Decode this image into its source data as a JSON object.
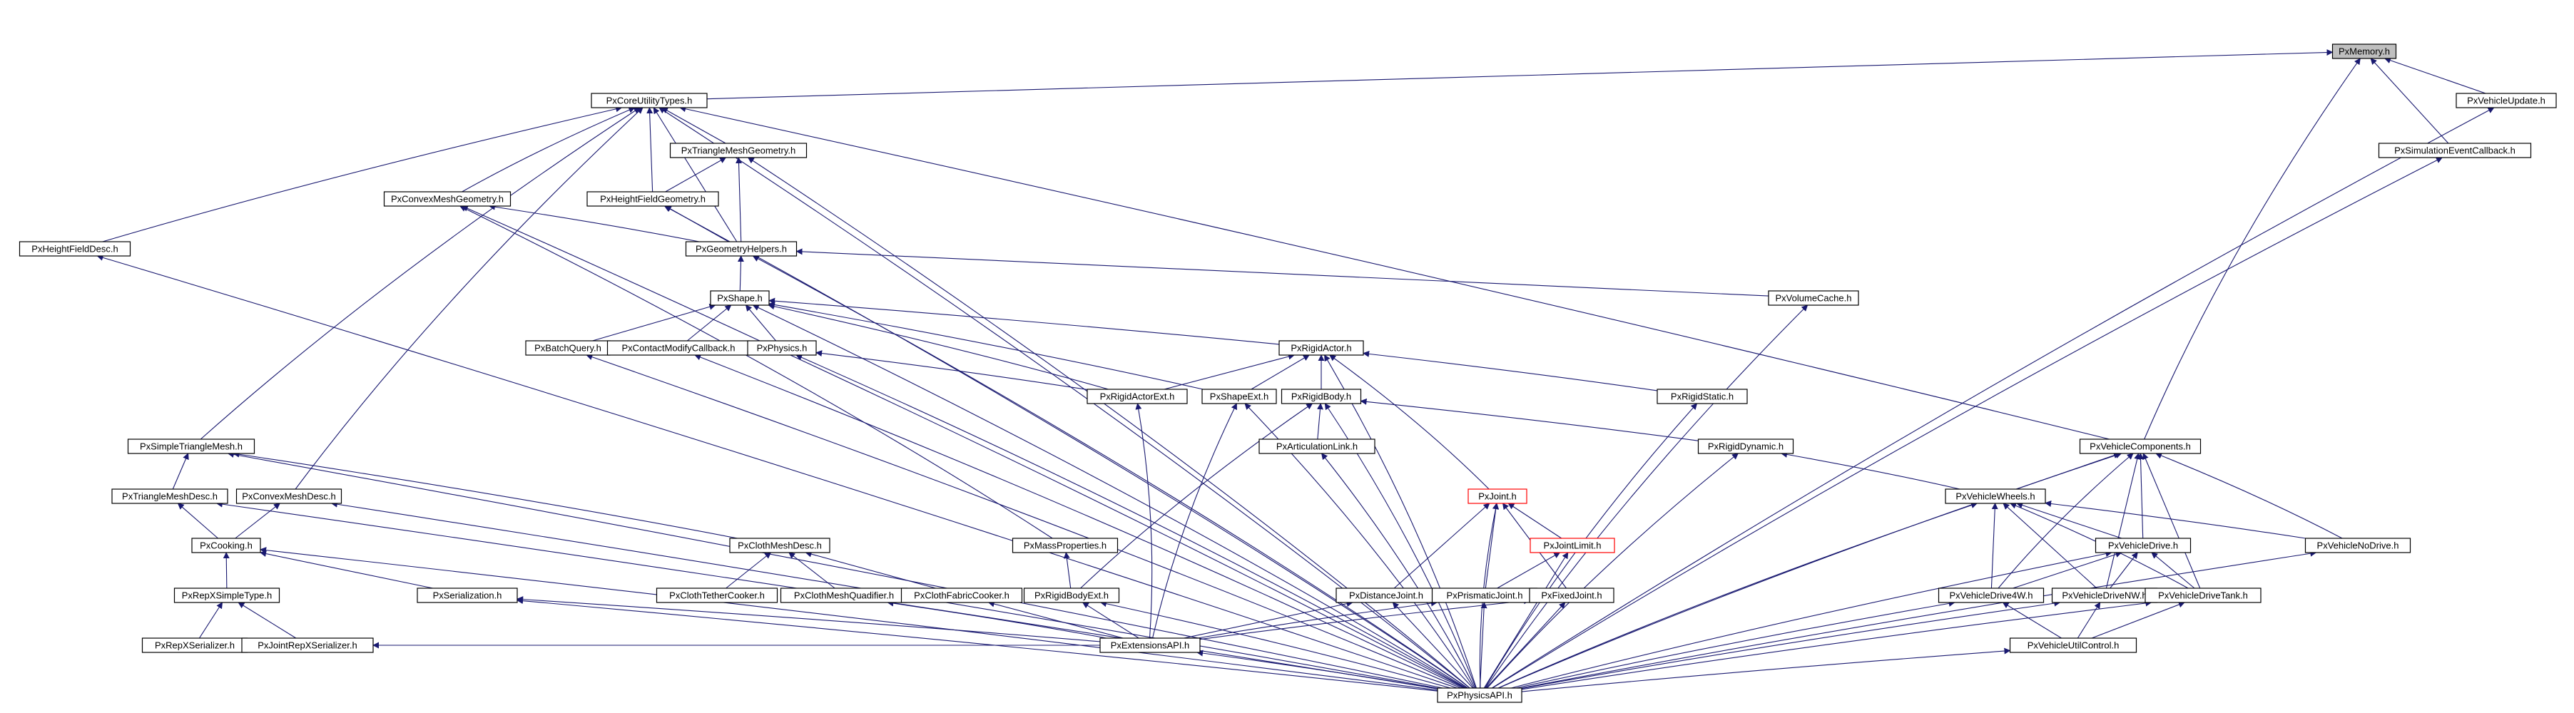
{
  "colors": {
    "edge": "#191970",
    "node_border": "#000000",
    "node_fill": "#ffffff",
    "highlight_fill": "#bfbfbf",
    "red_border": "#ff0000"
  },
  "nodes": [
    {
      "id": "pxmemory",
      "label": "PxMemory.h",
      "style": "highlight"
    },
    {
      "id": "pxcoreutility",
      "label": "PxCoreUtilityTypes.h"
    },
    {
      "id": "pxvehicleupdate",
      "label": "PxVehicleUpdate.h"
    },
    {
      "id": "pxtrianglemeshgeom",
      "label": "PxTriangleMeshGeometry.h"
    },
    {
      "id": "pxsimeventcb",
      "label": "PxSimulationEventCallback.h"
    },
    {
      "id": "pxconvexmeshgeom",
      "label": "PxConvexMeshGeometry.h"
    },
    {
      "id": "pxheightfieldgeom",
      "label": "PxHeightFieldGeometry.h"
    },
    {
      "id": "pxheightfielddesc",
      "label": "PxHeightFieldDesc.h"
    },
    {
      "id": "pxgeomhelpers",
      "label": "PxGeometryHelpers.h"
    },
    {
      "id": "pxshape",
      "label": "PxShape.h"
    },
    {
      "id": "pxvolumecache",
      "label": "PxVolumeCache.h"
    },
    {
      "id": "pxbatchquery",
      "label": "PxBatchQuery.h"
    },
    {
      "id": "pxcontactmodcb",
      "label": "PxContactModifyCallback.h"
    },
    {
      "id": "pxphysics",
      "label": "PxPhysics.h"
    },
    {
      "id": "pxrigidactor",
      "label": "PxRigidActor.h"
    },
    {
      "id": "pxrigidactorext",
      "label": "PxRigidActorExt.h"
    },
    {
      "id": "pxshapeext",
      "label": "PxShapeExt.h"
    },
    {
      "id": "pxrigidbody",
      "label": "PxRigidBody.h"
    },
    {
      "id": "pxrigidstatic",
      "label": "PxRigidStatic.h"
    },
    {
      "id": "pxsimpletrimesh",
      "label": "PxSimpleTriangleMesh.h"
    },
    {
      "id": "pxvehiclecomponents",
      "label": "PxVehicleComponents.h"
    },
    {
      "id": "pxarticulationlink",
      "label": "PxArticulationLink.h"
    },
    {
      "id": "pxrigiddynamic",
      "label": "PxRigidDynamic.h"
    },
    {
      "id": "pxtrimeshdesc",
      "label": "PxTriangleMeshDesc.h"
    },
    {
      "id": "pxconvexmeshdesc",
      "label": "PxConvexMeshDesc.h"
    },
    {
      "id": "pxjoint",
      "label": "PxJoint.h",
      "style": "red"
    },
    {
      "id": "pxvehiclewheels",
      "label": "PxVehicleWheels.h"
    },
    {
      "id": "pxcooking",
      "label": "PxCooking.h"
    },
    {
      "id": "pxclothmeshdesc",
      "label": "PxClothMeshDesc.h"
    },
    {
      "id": "pxmassprops",
      "label": "PxMassProperties.h"
    },
    {
      "id": "pxjointlimit",
      "label": "PxJointLimit.h",
      "style": "red"
    },
    {
      "id": "pxvehicledrive",
      "label": "PxVehicleDrive.h"
    },
    {
      "id": "pxvehiclenodrive",
      "label": "PxVehicleNoDrive.h"
    },
    {
      "id": "pxrepxsimpletype",
      "label": "PxRepXSimpleType.h"
    },
    {
      "id": "pxserialization",
      "label": "PxSerialization.h"
    },
    {
      "id": "pxclothtether",
      "label": "PxClothTetherCooker.h"
    },
    {
      "id": "pxclothmeshquad",
      "label": "PxClothMeshQuadifier.h"
    },
    {
      "id": "pxclothfabric",
      "label": "PxClothFabricCooker.h"
    },
    {
      "id": "pxrigidbodyext",
      "label": "PxRigidBodyExt.h"
    },
    {
      "id": "pxdistancejoint",
      "label": "PxDistanceJoint.h"
    },
    {
      "id": "pxprismaticjoint",
      "label": "PxPrismaticJoint.h"
    },
    {
      "id": "pxfixedjoint",
      "label": "PxFixedJoint.h"
    },
    {
      "id": "pxvehicledrive4w",
      "label": "PxVehicleDrive4W.h"
    },
    {
      "id": "pxvehicledrivenw",
      "label": "PxVehicleDriveNW.h"
    },
    {
      "id": "pxvehicledrivetank",
      "label": "PxVehicleDriveTank.h"
    },
    {
      "id": "pxrepxserializer",
      "label": "PxRepXSerializer.h"
    },
    {
      "id": "pxjointrepxserializer",
      "label": "PxJointRepXSerializer.h"
    },
    {
      "id": "pxextensionsapi",
      "label": "PxExtensionsAPI.h"
    },
    {
      "id": "pxvehicleutilcontrol",
      "label": "PxVehicleUtilControl.h"
    },
    {
      "id": "pxphysicsapi",
      "label": "PxPhysicsAPI.h"
    }
  ],
  "edges": [
    [
      "pxmemory",
      "pxcoreutility"
    ],
    [
      "pxmemory",
      "pxvehicleupdate"
    ],
    [
      "pxmemory",
      "pxsimeventcb"
    ],
    [
      "pxmemory",
      "pxvehiclecomponents"
    ],
    [
      "pxcoreutility",
      "pxtrianglemeshgeom"
    ],
    [
      "pxcoreutility",
      "pxconvexmeshgeom"
    ],
    [
      "pxcoreutility",
      "pxheightfieldgeom"
    ],
    [
      "pxcoreutility",
      "pxheightfielddesc"
    ],
    [
      "pxcoreutility",
      "pxsimpletrimesh"
    ],
    [
      "pxcoreutility",
      "pxconvexmeshdesc"
    ],
    [
      "pxcoreutility",
      "pxgeomhelpers"
    ],
    [
      "pxcoreutility",
      "pxvehiclecomponents"
    ],
    [
      "pxcoreutility",
      "pxphysicsapi"
    ],
    [
      "pxtrianglemeshgeom",
      "pxheightfieldgeom"
    ],
    [
      "pxtrianglemeshgeom",
      "pxgeomhelpers"
    ],
    [
      "pxtrianglemeshgeom",
      "pxphysicsapi"
    ],
    [
      "pxconvexmeshgeom",
      "pxgeomhelpers"
    ],
    [
      "pxconvexmeshgeom",
      "pxmassprops"
    ],
    [
      "pxconvexmeshgeom",
      "pxphysicsapi"
    ],
    [
      "pxheightfieldgeom",
      "pxgeomhelpers"
    ],
    [
      "pxheightfieldgeom",
      "pxphysicsapi"
    ],
    [
      "pxheightfielddesc",
      "pxphysicsapi"
    ],
    [
      "pxgeomhelpers",
      "pxshape"
    ],
    [
      "pxgeomhelpers",
      "pxvolumecache"
    ],
    [
      "pxgeomhelpers",
      "pxphysicsapi"
    ],
    [
      "pxshape",
      "pxbatchquery"
    ],
    [
      "pxshape",
      "pxcontactmodcb"
    ],
    [
      "pxshape",
      "pxphysics"
    ],
    [
      "pxshape",
      "pxrigidactor"
    ],
    [
      "pxshape",
      "pxrigidactorext"
    ],
    [
      "pxshape",
      "pxshapeext"
    ],
    [
      "pxshape",
      "pxphysicsapi"
    ],
    [
      "pxvolumecache",
      "pxphysicsapi"
    ],
    [
      "pxbatchquery",
      "pxphysicsapi"
    ],
    [
      "pxcontactmodcb",
      "pxphysicsapi"
    ],
    [
      "pxphysics",
      "pxrigidactorext"
    ],
    [
      "pxphysics",
      "pxphysicsapi"
    ],
    [
      "pxrigidactor",
      "pxrigidactorext"
    ],
    [
      "pxrigidactor",
      "pxshapeext"
    ],
    [
      "pxrigidactor",
      "pxrigidbody"
    ],
    [
      "pxrigidactor",
      "pxrigidstatic"
    ],
    [
      "pxrigidactor",
      "pxjoint"
    ],
    [
      "pxrigidactor",
      "pxphysicsapi"
    ],
    [
      "pxrigidactorext",
      "pxextensionsapi"
    ],
    [
      "pxshapeext",
      "pxextensionsapi"
    ],
    [
      "pxshapeext",
      "pxphysicsapi"
    ],
    [
      "pxrigidbody",
      "pxarticulationlink"
    ],
    [
      "pxrigidbody",
      "pxrigiddynamic"
    ],
    [
      "pxrigidbody",
      "pxrigidbodyext"
    ],
    [
      "pxrigidbody",
      "pxphysicsapi"
    ],
    [
      "pxrigidstatic",
      "pxphysicsapi"
    ],
    [
      "pxarticulationlink",
      "pxphysicsapi"
    ],
    [
      "pxrigiddynamic",
      "pxvehiclewheels"
    ],
    [
      "pxrigiddynamic",
      "pxphysicsapi"
    ],
    [
      "pxsimpletrimesh",
      "pxtrimeshdesc"
    ],
    [
      "pxsimpletrimesh",
      "pxclothmeshdesc"
    ],
    [
      "pxsimpletrimesh",
      "pxphysicsapi"
    ],
    [
      "pxtrimeshdesc",
      "pxcooking"
    ],
    [
      "pxtrimeshdesc",
      "pxphysicsapi"
    ],
    [
      "pxconvexmeshdesc",
      "pxcooking"
    ],
    [
      "pxconvexmeshdesc",
      "pxphysicsapi"
    ],
    [
      "pxcooking",
      "pxrepxsimpletype"
    ],
    [
      "pxcooking",
      "pxserialization"
    ],
    [
      "pxcooking",
      "pxphysicsapi"
    ],
    [
      "pxrepxsimpletype",
      "pxrepxserializer"
    ],
    [
      "pxrepxsimpletype",
      "pxjointrepxserializer"
    ],
    [
      "pxrepxserializer",
      "pxextensionsapi"
    ],
    [
      "pxjointrepxserializer",
      "pxextensionsapi"
    ],
    [
      "pxserialization",
      "pxextensionsapi"
    ],
    [
      "pxserialization",
      "pxphysicsapi"
    ],
    [
      "pxclothmeshdesc",
      "pxclothtether"
    ],
    [
      "pxclothmeshdesc",
      "pxclothmeshquad"
    ],
    [
      "pxclothmeshdesc",
      "pxclothfabric"
    ],
    [
      "pxclothmeshquad",
      "pxextensionsapi"
    ],
    [
      "pxclothfabric",
      "pxextensionsapi"
    ],
    [
      "pxmassprops",
      "pxrigidbodyext"
    ],
    [
      "pxrigidbodyext",
      "pxextensionsapi"
    ],
    [
      "pxrigidbodyext",
      "pxphysicsapi"
    ],
    [
      "pxjoint",
      "pxjointlimit"
    ],
    [
      "pxjoint",
      "pxdistancejoint"
    ],
    [
      "pxjoint",
      "pxprismaticjoint"
    ],
    [
      "pxjoint",
      "pxfixedjoint"
    ],
    [
      "pxjoint",
      "pxphysicsapi"
    ],
    [
      "pxjointlimit",
      "pxprismaticjoint"
    ],
    [
      "pxjointlimit",
      "pxphysicsapi"
    ],
    [
      "pxdistancejoint",
      "pxextensionsapi"
    ],
    [
      "pxdistancejoint",
      "pxphysicsapi"
    ],
    [
      "pxprismaticjoint",
      "pxextensionsapi"
    ],
    [
      "pxprismaticjoint",
      "pxphysicsapi"
    ],
    [
      "pxfixedjoint",
      "pxextensionsapi"
    ],
    [
      "pxfixedjoint",
      "pxphysicsapi"
    ],
    [
      "pxextensionsapi",
      "pxphysicsapi"
    ],
    [
      "pxvehicleupdate",
      "pxphysicsapi"
    ],
    [
      "pxsimeventcb",
      "pxphysicsapi"
    ],
    [
      "pxvehiclecomponents",
      "pxvehiclewheels"
    ],
    [
      "pxvehiclecomponents",
      "pxvehicledrive"
    ],
    [
      "pxvehiclecomponents",
      "pxvehiclenodrive"
    ],
    [
      "pxvehiclecomponents",
      "pxvehicledrive4w"
    ],
    [
      "pxvehiclecomponents",
      "pxvehicledrivenw"
    ],
    [
      "pxvehiclecomponents",
      "pxvehicledrivetank"
    ],
    [
      "pxvehiclecomponents",
      "pxphysicsapi"
    ],
    [
      "pxvehiclewheels",
      "pxvehicledrive"
    ],
    [
      "pxvehiclewheels",
      "pxvehiclenodrive"
    ],
    [
      "pxvehiclewheels",
      "pxvehicledrive4w"
    ],
    [
      "pxvehiclewheels",
      "pxvehicledrivenw"
    ],
    [
      "pxvehiclewheels",
      "pxvehicledrivetank"
    ],
    [
      "pxvehiclewheels",
      "pxphysicsapi"
    ],
    [
      "pxvehicledrive",
      "pxvehicledrive4w"
    ],
    [
      "pxvehicledrive",
      "pxvehicledrivenw"
    ],
    [
      "pxvehicledrive",
      "pxvehicledrivetank"
    ],
    [
      "pxvehicledrive",
      "pxphysicsapi"
    ],
    [
      "pxvehiclenodrive",
      "pxphysicsapi"
    ],
    [
      "pxvehicledrive4w",
      "pxvehicleutilcontrol"
    ],
    [
      "pxvehicledrive4w",
      "pxphysicsapi"
    ],
    [
      "pxvehicledrivenw",
      "pxvehicleutilcontrol"
    ],
    [
      "pxvehicledrivenw",
      "pxphysicsapi"
    ],
    [
      "pxvehicledrivetank",
      "pxvehicleutilcontrol"
    ],
    [
      "pxvehicledrivetank",
      "pxphysicsapi"
    ],
    [
      "pxvehicleutilcontrol",
      "pxphysicsapi"
    ]
  ]
}
